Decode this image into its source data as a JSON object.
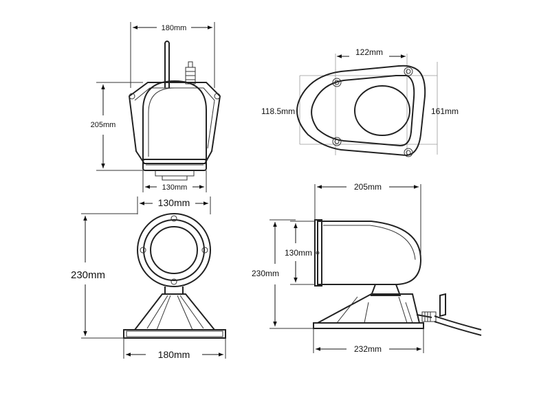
{
  "dimensions": {
    "top_left_width": "180mm",
    "top_left_height": "205mm",
    "top_left_base": "130mm",
    "top_right_width": "122mm",
    "top_right_left": "118.5mm",
    "top_right_right": "161mm",
    "bottom_left_top": "130mm",
    "bottom_left_height": "230mm",
    "bottom_left_base": "180mm",
    "bottom_right_top": "205mm",
    "bottom_right_head": "130mm",
    "bottom_right_height": "230mm",
    "bottom_right_base": "232mm"
  },
  "colors": {
    "line": "#222222",
    "background": "#ffffff"
  }
}
